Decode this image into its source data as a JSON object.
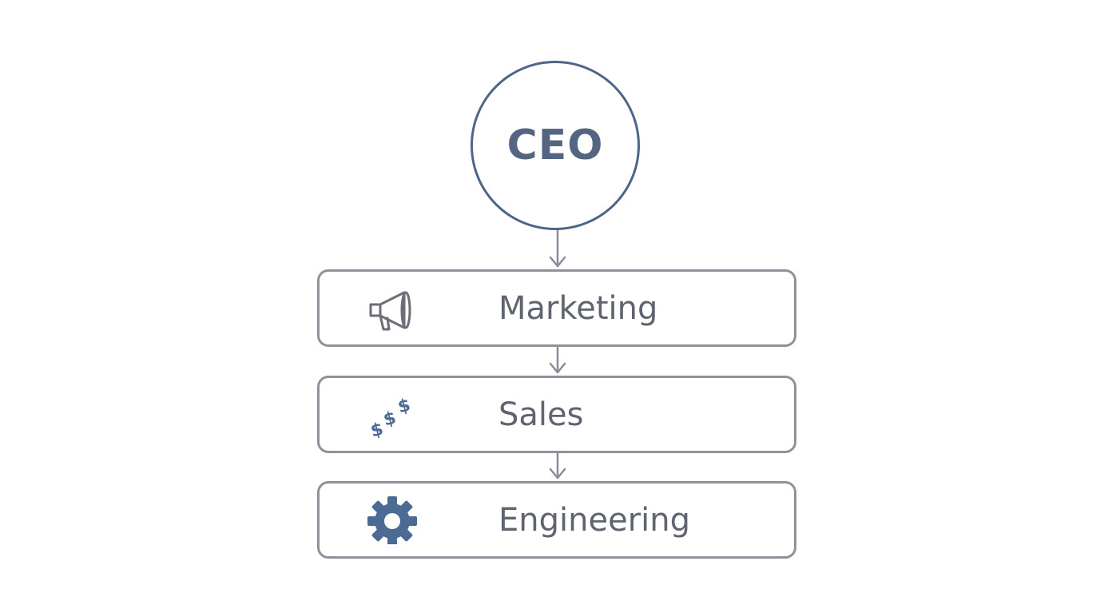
{
  "diagram": {
    "root": {
      "label": "CEO"
    },
    "departments": [
      {
        "label": "Marketing",
        "icon": "megaphone-icon"
      },
      {
        "label": "Sales",
        "icon": "dollar-signs-icon"
      },
      {
        "label": "Engineering",
        "icon": "gear-icon"
      }
    ]
  },
  "colors": {
    "root_border": "#4d6688",
    "root_text": "#536580",
    "box_border": "#8f929a",
    "box_text": "#5f6470",
    "connector": "#8a8d96",
    "icon_outline": "#6b6e78",
    "icon_accent": "#4c6b94"
  }
}
